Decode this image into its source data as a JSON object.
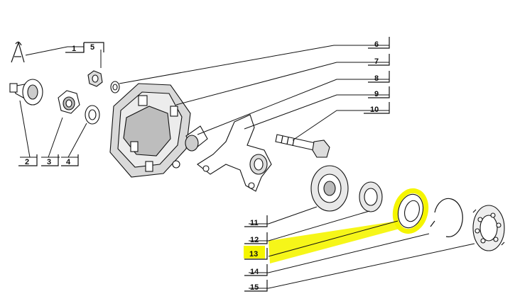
{
  "callouts": [
    {
      "id": "1",
      "text": "1",
      "highlighted": false
    },
    {
      "id": "2",
      "text": "2",
      "highlighted": false
    },
    {
      "id": "3",
      "text": "3",
      "highlighted": false
    },
    {
      "id": "4",
      "text": "4",
      "highlighted": false
    },
    {
      "id": "5",
      "text": "5",
      "highlighted": false
    },
    {
      "id": "6",
      "text": "6",
      "highlighted": false
    },
    {
      "id": "7",
      "text": "7",
      "highlighted": false
    },
    {
      "id": "8",
      "text": "8",
      "highlighted": false
    },
    {
      "id": "9",
      "text": "9",
      "highlighted": false
    },
    {
      "id": "10",
      "text": "10",
      "highlighted": false
    },
    {
      "id": "11",
      "text": "11",
      "highlighted": false
    },
    {
      "id": "12",
      "text": "12",
      "highlighted": false
    },
    {
      "id": "13",
      "text": "13",
      "highlighted": true
    },
    {
      "id": "14",
      "text": "14",
      "highlighted": false
    },
    {
      "id": "15",
      "text": "15",
      "highlighted": false
    }
  ],
  "colors": {
    "highlight": "#f5f500",
    "ink": "#111111",
    "rubber": "#d9d9d9"
  }
}
